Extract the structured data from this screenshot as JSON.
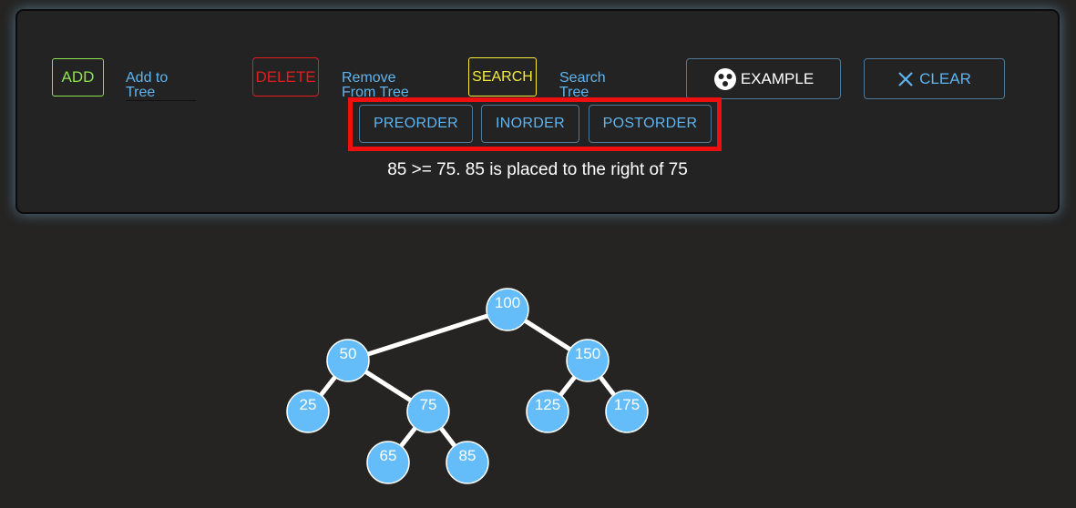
{
  "controls": {
    "add_label": "ADD",
    "add_input_placeholder": "Add to Tree",
    "delete_label": "DELETE",
    "delete_input_placeholder": "Remove From Tree",
    "search_label": "SEARCH",
    "search_input_placeholder": "Search Tree",
    "example_label": "EXAMPLE",
    "clear_label": "CLEAR"
  },
  "traversal": {
    "preorder_label": "PREORDER",
    "inorder_label": "INORDER",
    "postorder_label": "POSTORDER"
  },
  "message": "85 >= 75. 85 is placed to the right of 75",
  "colors": {
    "node_fill": "#64bdf9",
    "edge": "#ffffff",
    "add": "#8fe34e",
    "delete": "#e41c1c",
    "search": "#f4ec3d",
    "accent": "#5fb4ef",
    "highlight": "#ee1010"
  },
  "tree": {
    "nodes": [
      {
        "id": "n100",
        "value": "100",
        "parent": null
      },
      {
        "id": "n50",
        "value": "50",
        "parent": "n100"
      },
      {
        "id": "n150",
        "value": "150",
        "parent": "n100"
      },
      {
        "id": "n25",
        "value": "25",
        "parent": "n50"
      },
      {
        "id": "n75",
        "value": "75",
        "parent": "n50"
      },
      {
        "id": "n125",
        "value": "125",
        "parent": "n150"
      },
      {
        "id": "n175",
        "value": "175",
        "parent": "n150"
      },
      {
        "id": "n65",
        "value": "65",
        "parent": "n75"
      },
      {
        "id": "n85",
        "value": "85",
        "parent": "n75"
      }
    ]
  }
}
